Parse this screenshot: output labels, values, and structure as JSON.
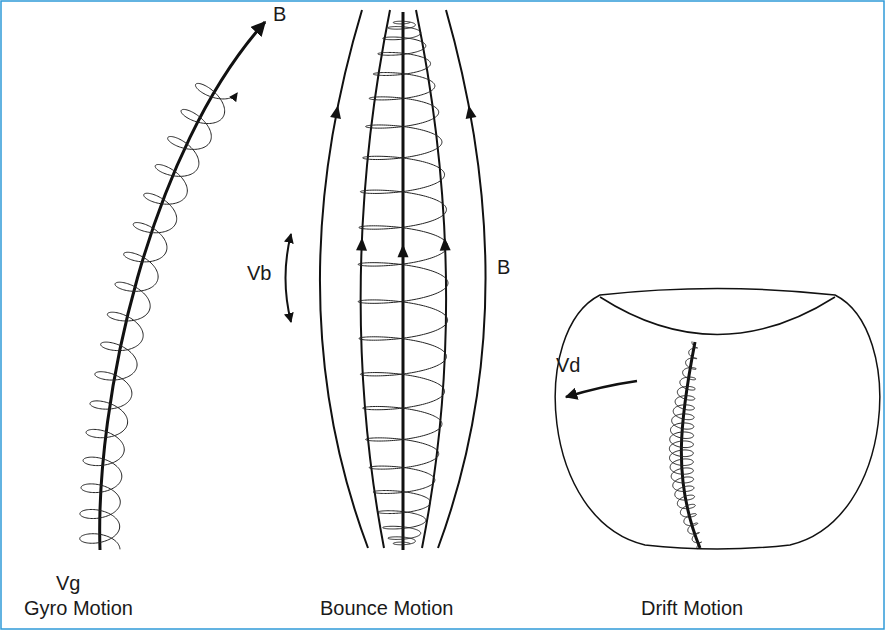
{
  "diagram": {
    "labels": [
      "B",
      "Vg",
      "Vb",
      "B",
      "Vd",
      "Gyro Motion",
      "Bounce Motion",
      "Drift Motion"
    ]
  }
}
